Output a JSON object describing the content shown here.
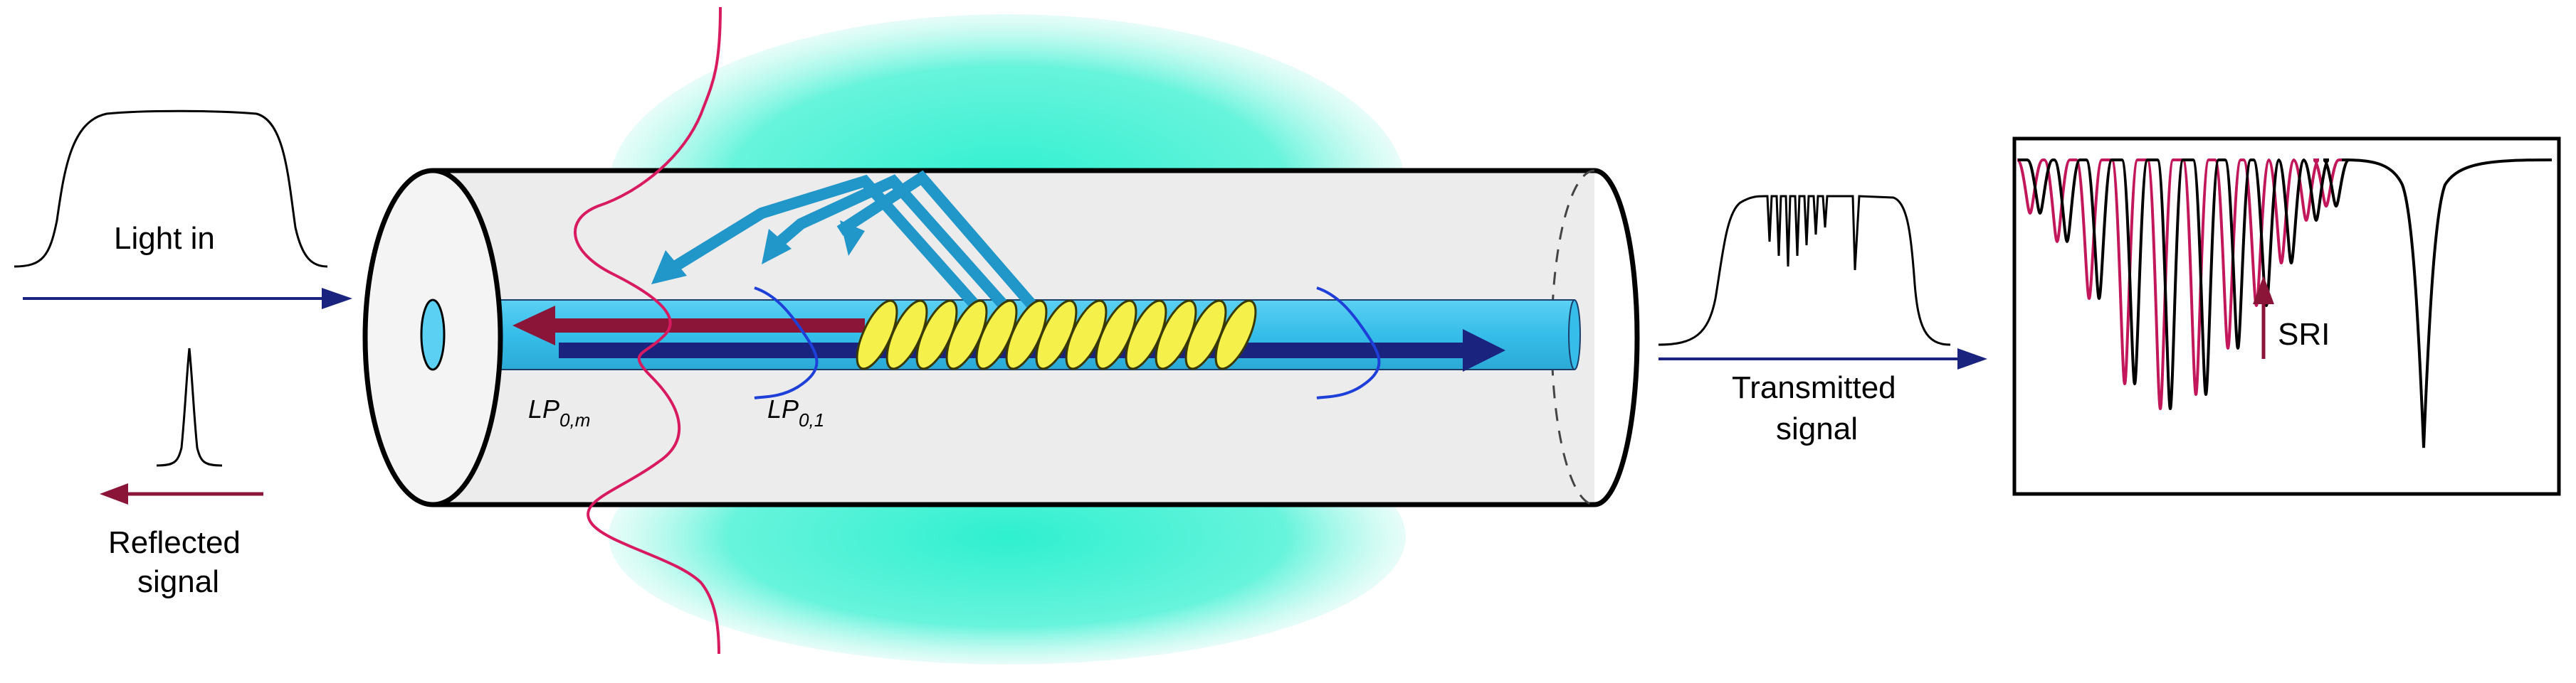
{
  "labels": {
    "light_in": "Light in",
    "reflected_line1": "Reflected",
    "reflected_line2": "signal",
    "transmitted_line1": "Transmitted",
    "transmitted_line2": "signal",
    "sri": "SRI",
    "mode_cladding": "LP",
    "mode_cladding_sub": "0,m",
    "mode_core": "LP",
    "mode_core_sub": "0,1"
  },
  "colors": {
    "core": "#3ec3ee",
    "cladding": "#eeeeee",
    "outline": "#000000",
    "surrounding_medium": "#2ef0cf",
    "forward_arrow": "#1a237e",
    "reflected_arrow": "#8b1538",
    "coupled_light": "#2196c9",
    "grating": "#f5f04a",
    "field_profile": "#d81b60",
    "mode_profile": "#1e3fd8",
    "spectrum_shifted": "#c2185b",
    "spectrum": "#000000"
  },
  "icons": {
    "input_spectrum": "broadband-spectrum-icon",
    "reflected_spectrum": "narrow-peak-icon",
    "transmitted_spectrum": "notched-spectrum-icon",
    "sri_arrow": "arrow-up-icon"
  }
}
